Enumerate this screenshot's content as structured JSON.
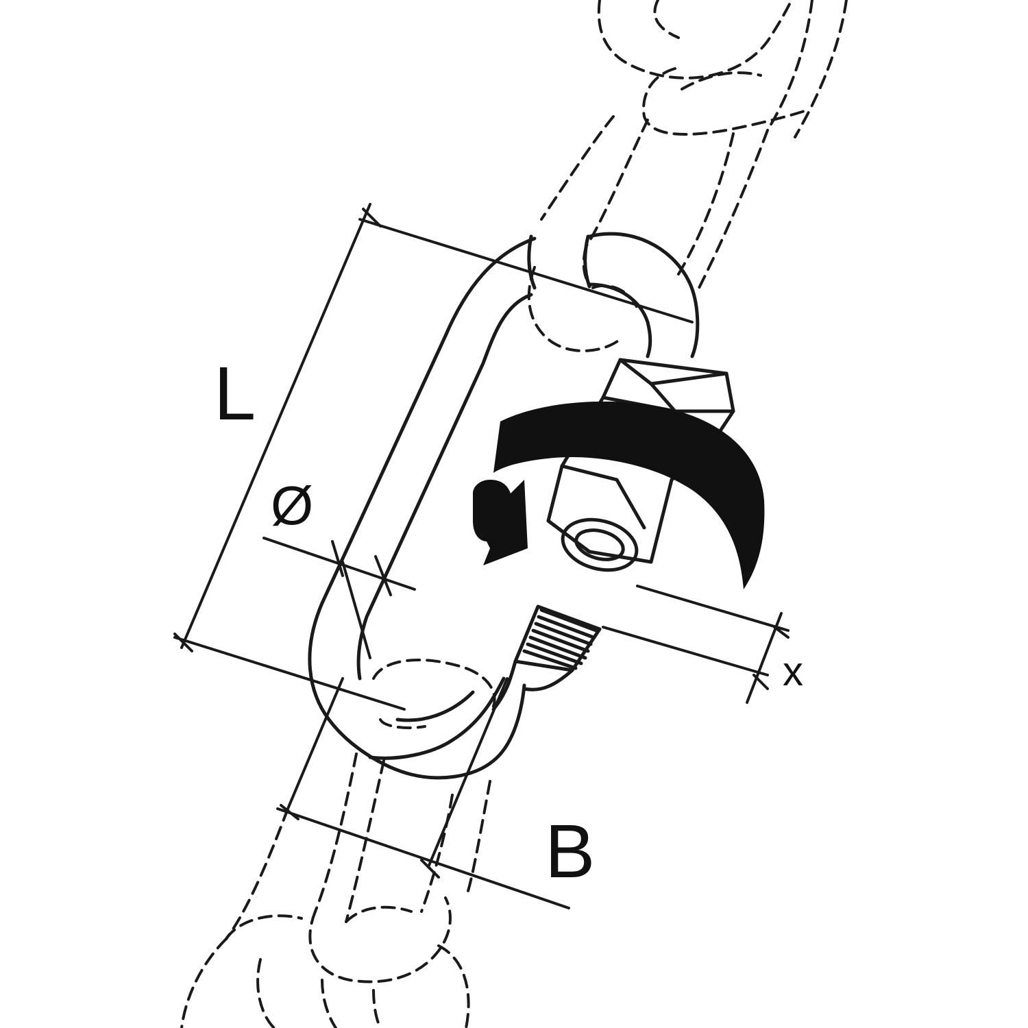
{
  "diagram": {
    "labels": {
      "length": "L",
      "diameter": "Ø",
      "width": "B",
      "opening": "x"
    }
  }
}
